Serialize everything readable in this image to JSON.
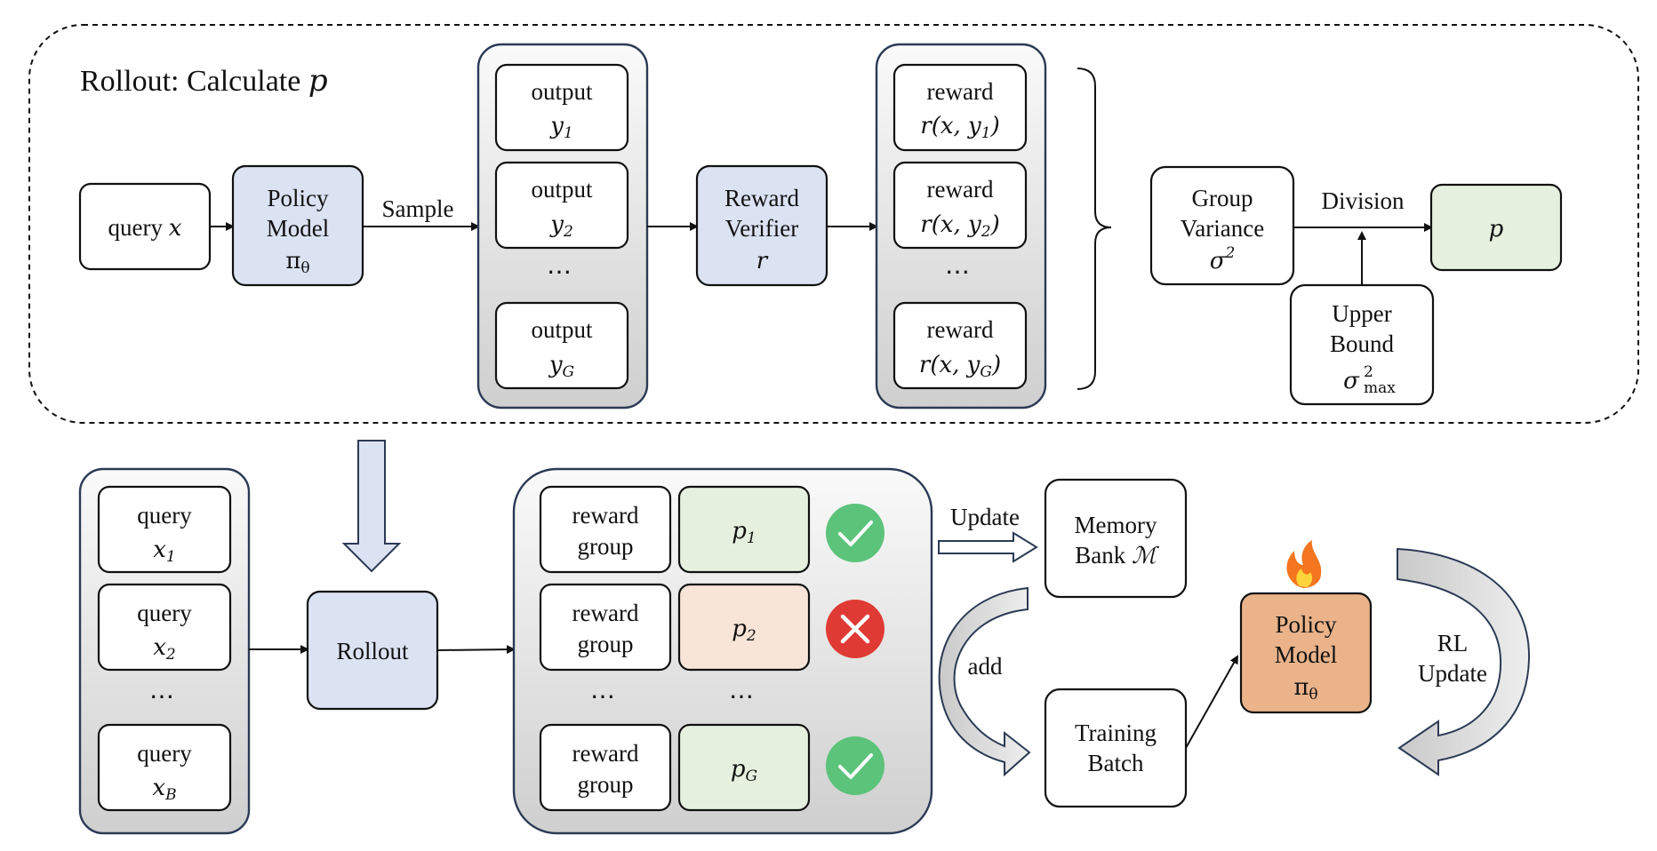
{
  "rollout_panel": {
    "title_prefix": "Rollout: Calculate ",
    "title_var": "p"
  },
  "top_flow": {
    "query": {
      "label": "query ",
      "var": "x"
    },
    "policy_model": {
      "line1": "Policy",
      "line2": "Model",
      "symbol": "π",
      "symbol_sub": "θ"
    },
    "sample_label": "Sample",
    "outputs": [
      {
        "label": "output",
        "var": "y",
        "sub": "1"
      },
      {
        "label": "output",
        "var": "y",
        "sub": "2"
      },
      {
        "label": "output",
        "var": "y",
        "sub": "G"
      }
    ],
    "ellipsis": "…",
    "reward_verifier": {
      "line1": "Reward",
      "line2": "Verifier",
      "var": "r"
    },
    "rewards": [
      {
        "label": "reward",
        "expr_pre": "r(x, y",
        "sub": "1",
        "expr_post": ")"
      },
      {
        "label": "reward",
        "expr_pre": "r(x, y",
        "sub": "2",
        "expr_post": ")"
      },
      {
        "label": "reward",
        "expr_pre": "r(x, y",
        "sub": "G",
        "expr_post": ")"
      }
    ],
    "group_variance": {
      "line1": "Group",
      "line2": "Variance",
      "var": "σ",
      "sup": "2"
    },
    "division_label": "Division",
    "p_result": "p",
    "upper_bound": {
      "line1": "Upper",
      "line2": "Bound",
      "var": "σ",
      "sup": "2",
      "sub": "max"
    }
  },
  "bottom_flow": {
    "queries": [
      {
        "label": "query",
        "var": "x",
        "sub": "1"
      },
      {
        "label": "query",
        "var": "x",
        "sub": "2"
      },
      {
        "label": "query",
        "var": "x",
        "sub": "B"
      }
    ],
    "rollout_label": "Rollout",
    "reward_groups": [
      {
        "line1": "reward",
        "line2": "group",
        "p_sub": "1",
        "status": "accepted"
      },
      {
        "line1": "reward",
        "line2": "group",
        "p_sub": "2",
        "status": "rejected"
      },
      {
        "line1": "reward",
        "line2": "group",
        "p_sub": "G",
        "status": "accepted"
      }
    ],
    "p_var": "p",
    "update_label": "Update",
    "memory_bank": {
      "line1": "Memory",
      "line2": "Bank ",
      "symbol": "ℳ"
    },
    "add_label": "add",
    "training_batch": {
      "line1": "Training",
      "line2": "Batch"
    },
    "policy_model": {
      "line1": "Policy",
      "line2": "Model",
      "symbol": "π",
      "symbol_sub": "θ"
    },
    "rl_update": {
      "line1": "RL",
      "line2": "Update"
    },
    "flame_icon": "fire-icon"
  },
  "colors": {
    "blue_box": "#dbe3f3",
    "green_box": "#e5f1de",
    "peach_box": "#f8e5d8",
    "orange_box": "#eab38a",
    "check_green": "#5cc37a",
    "cross_red": "#e03a34",
    "group_border": "#2b3a55"
  }
}
